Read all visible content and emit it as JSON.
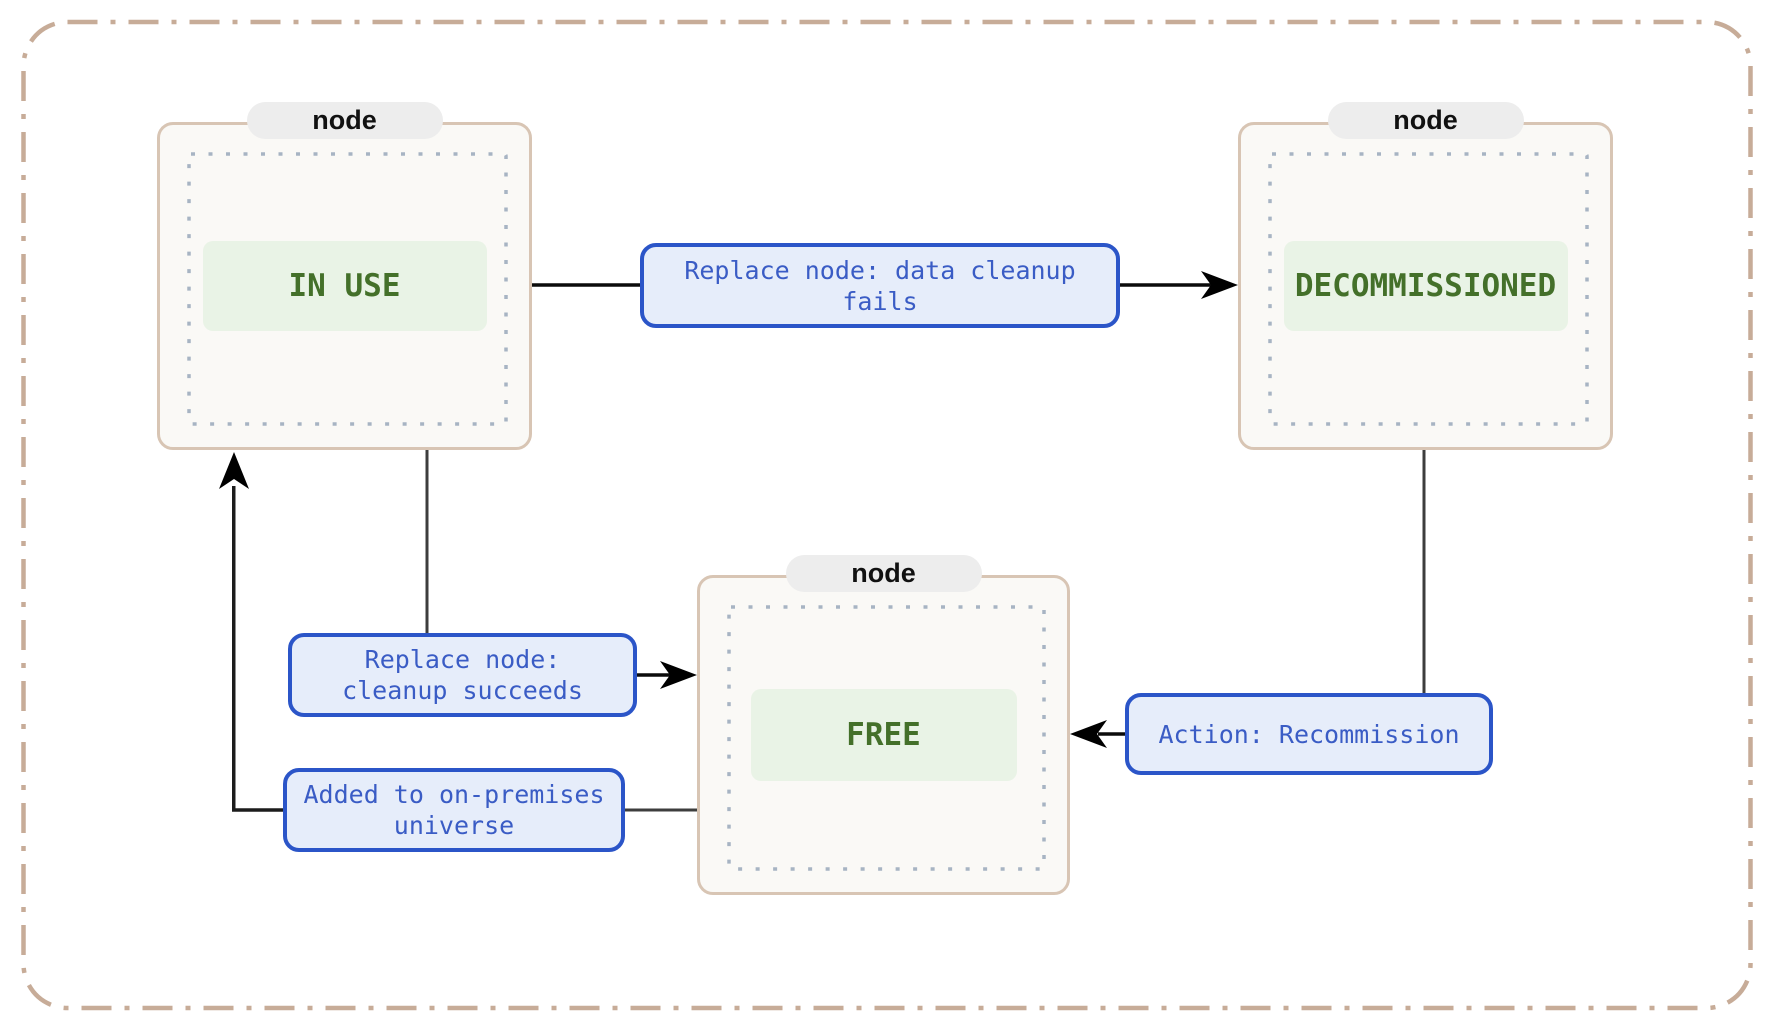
{
  "diagram": {
    "nodes": [
      {
        "tab": "node",
        "state": "IN USE"
      },
      {
        "tab": "node",
        "state": "DECOMMISSIONED"
      },
      {
        "tab": "node",
        "state": "FREE"
      }
    ],
    "edges": [
      {
        "from": "IN USE",
        "to": "DECOMMISSIONED",
        "label": "Replace node: data cleanup fails",
        "lines": [
          "Replace node: data cleanup",
          "fails"
        ]
      },
      {
        "from": "IN USE",
        "to": "FREE",
        "label": "Replace node: cleanup succeeds",
        "lines": [
          "Replace node:",
          "cleanup succeeds"
        ]
      },
      {
        "from": "FREE",
        "to": "IN USE",
        "label": "Added to on-premises universe",
        "lines": [
          "Added to on-premises",
          "universe"
        ]
      },
      {
        "from": "DECOMMISSIONED",
        "to": "FREE",
        "label": "Action: Recommission",
        "lines": [
          "Action: Recommission"
        ]
      }
    ],
    "colors": {
      "outer_border": "#c7ac98",
      "node_border": "#d8c5b4",
      "node_bg": "#faf9f6",
      "tab_bg": "#ededed",
      "tab_text": "#111111",
      "dotted_border": "#a7b4c3",
      "state_text": "#44702a",
      "state_bg": "#e9f3e6",
      "edge_label_border": "#2b55c8",
      "edge_label_bg": "#e6edfa",
      "edge_label_text": "#3a5cc5",
      "connector": "#3d3d3d",
      "arrow": "#000000"
    }
  }
}
